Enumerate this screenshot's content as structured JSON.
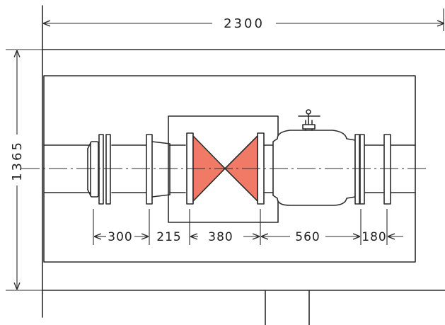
{
  "drawing": {
    "valve_fill_color": "#f07a66",
    "line_color": "#2b2b2b",
    "dimensions": {
      "overall_width": "2300",
      "overall_height": "1365",
      "segment_1": "300",
      "segment_2": "215",
      "segment_3": "380",
      "segment_4": "560",
      "segment_5": "180"
    }
  }
}
